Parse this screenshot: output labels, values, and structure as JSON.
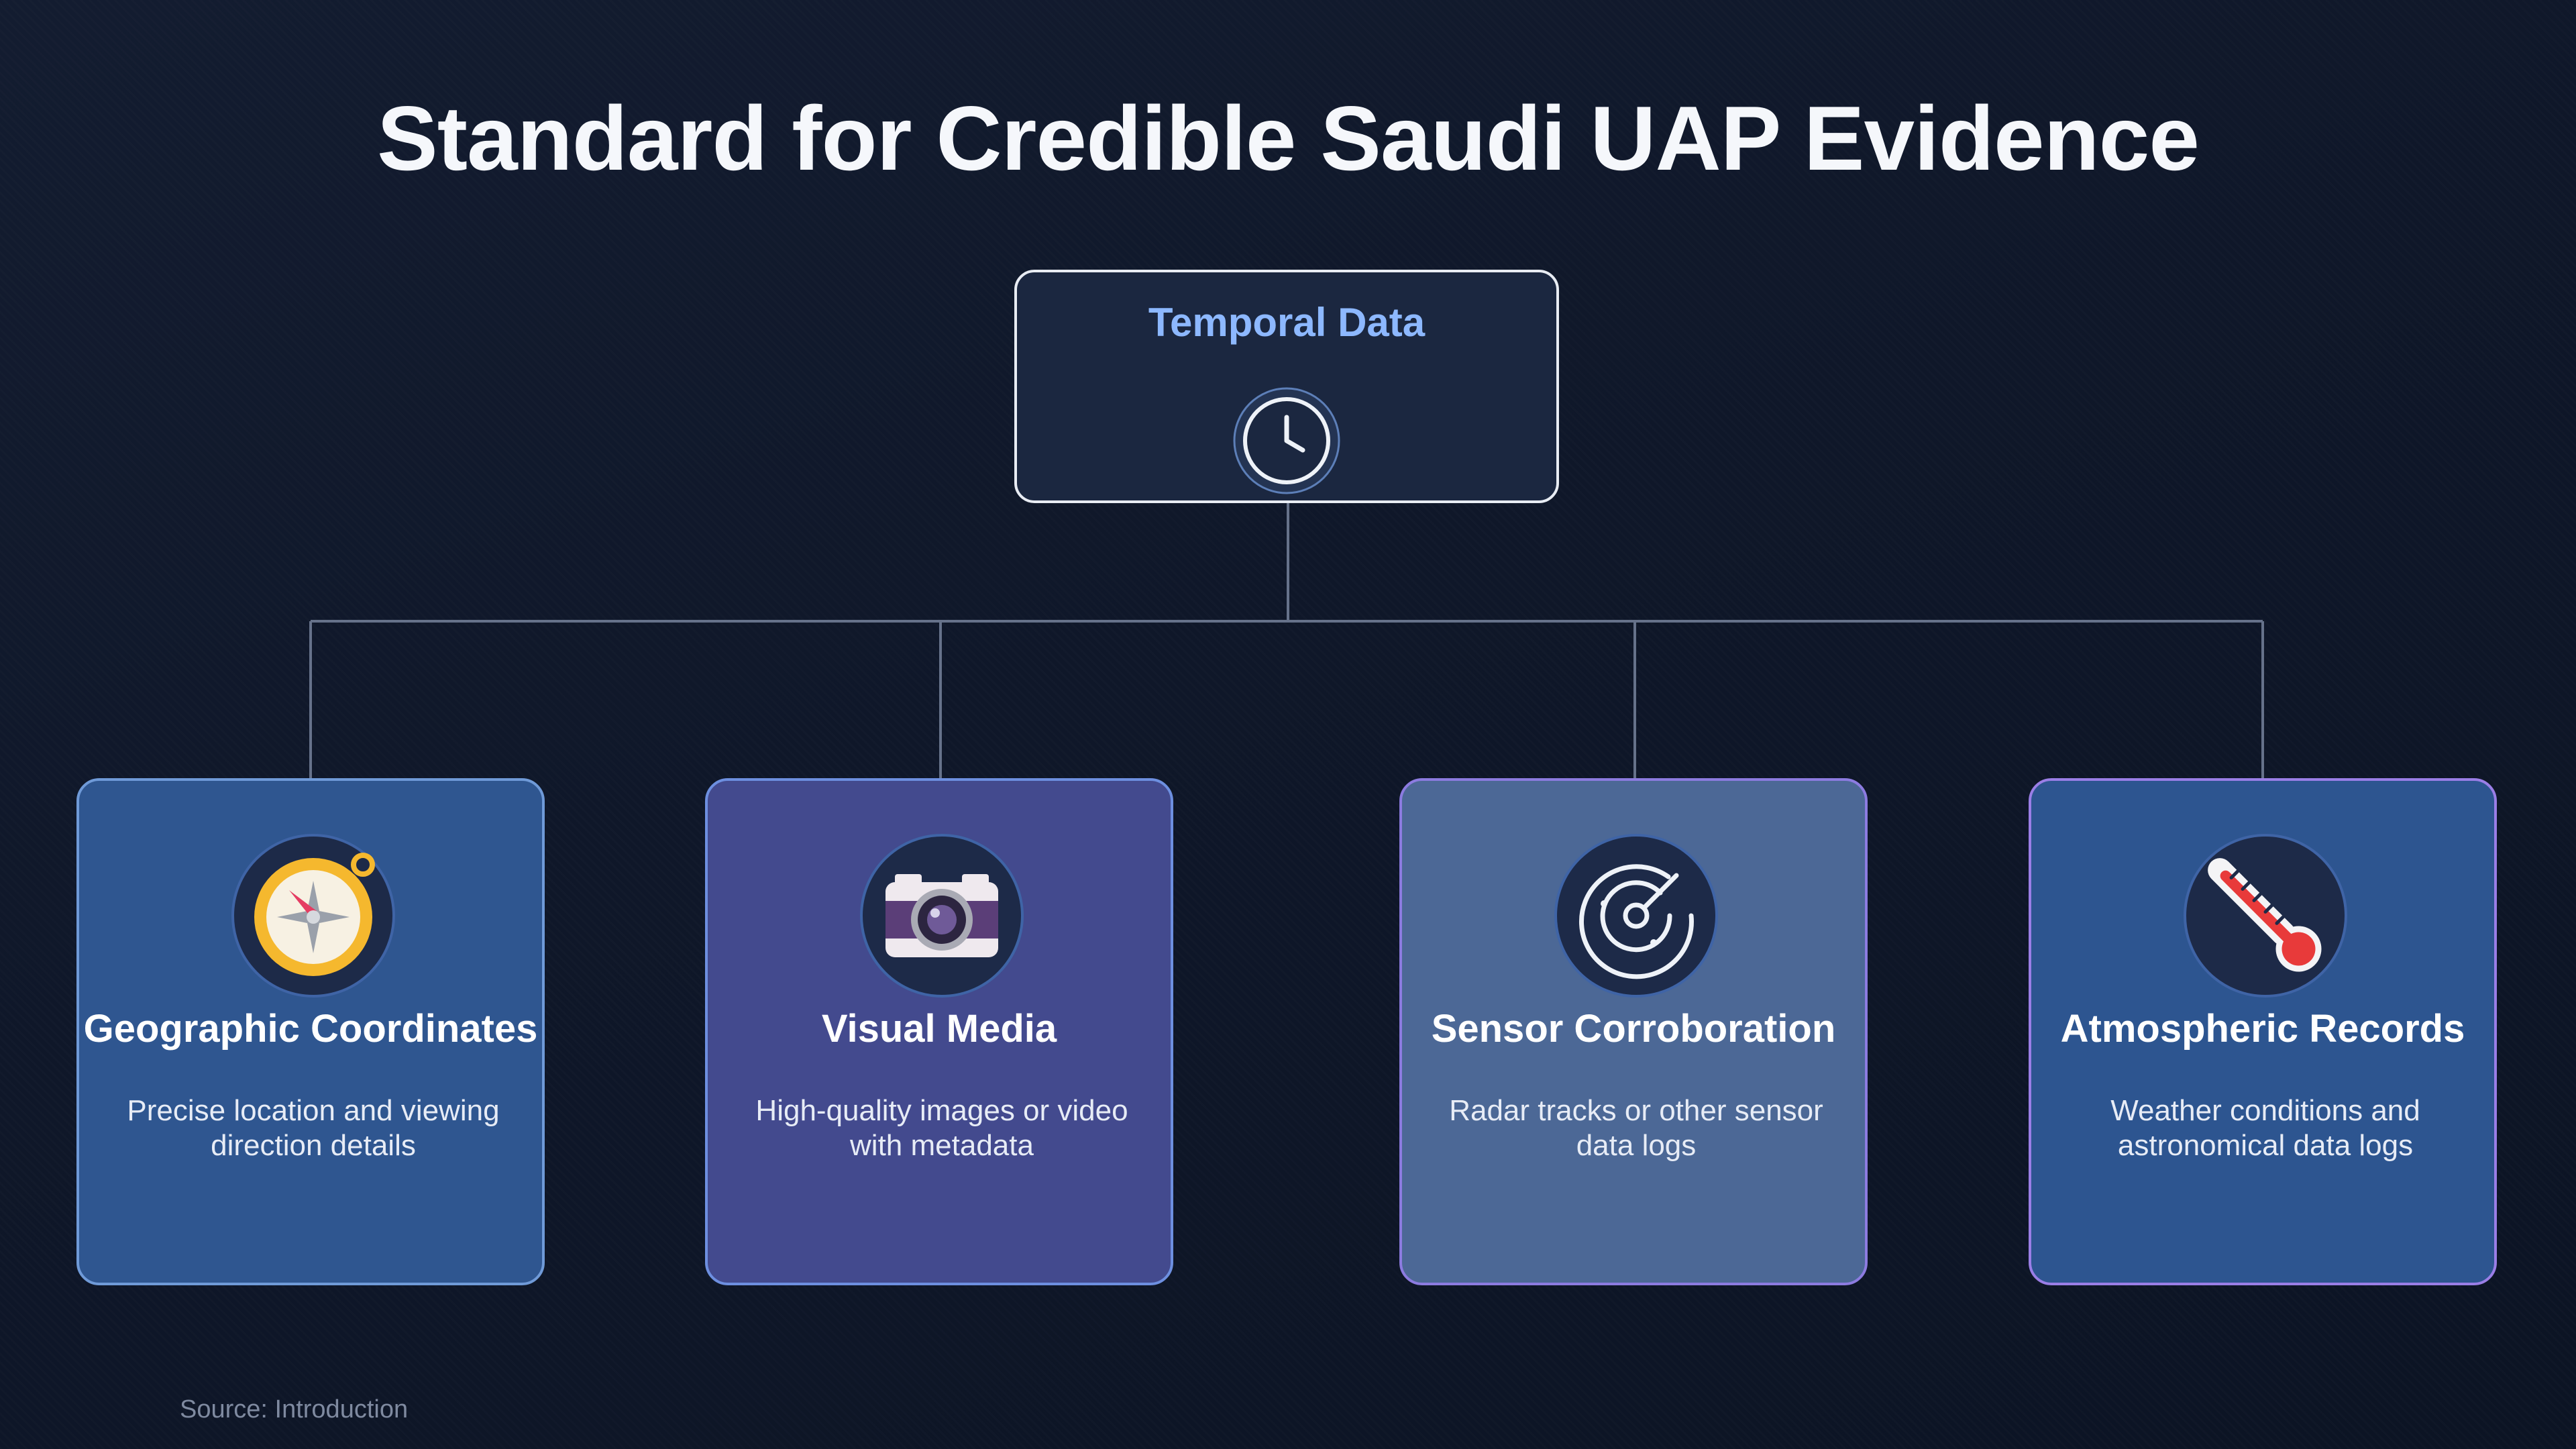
{
  "title": "Standard for Credible Saudi UAP Evidence",
  "root": {
    "label": "Temporal Data",
    "icon": "clock-icon"
  },
  "cards": [
    {
      "title": "Geographic Coordinates",
      "description_lines": [
        "Precise location and viewing",
        "direction details"
      ],
      "icon": "compass-icon",
      "color": "#2f5690"
    },
    {
      "title": "Visual Media",
      "description_lines": [
        "High-quality images or video",
        "with metadata"
      ],
      "icon": "camera-icon",
      "color": "#434a8e"
    },
    {
      "title": "Sensor Corroboration",
      "description_lines": [
        "Radar tracks or other sensor",
        "data logs"
      ],
      "icon": "radar-icon",
      "color": "#4c6896"
    },
    {
      "title": "Atmospheric Records",
      "description_lines": [
        "Weather conditions and",
        "astronomical data logs"
      ],
      "icon": "thermometer-icon",
      "color": "#2d5590"
    }
  ],
  "source": "Source: Introduction",
  "colors": {
    "background": "#0f1729",
    "root_label": "#8db8ff",
    "connector": "#66728a"
  }
}
